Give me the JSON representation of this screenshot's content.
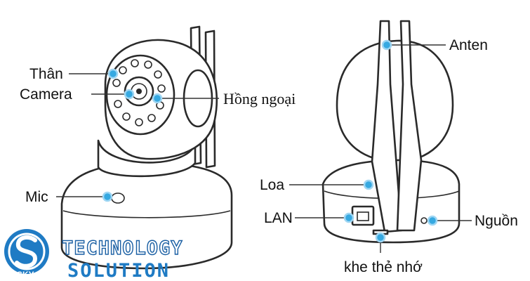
{
  "labels": {
    "than": "Thân",
    "camera": "Camera",
    "hong_ngoai": "Hồng ngoại",
    "mic": "Mic",
    "anten": "Anten",
    "loa": "Loa",
    "lan": "LAN",
    "nguon": "Nguồn",
    "khe_the_nho": "khe thẻ nhớ"
  },
  "logo": {
    "line1": "TECHNOLOGY",
    "line2": "SOLUTION",
    "badge": "SKY"
  },
  "colors": {
    "marker": "#36a9e1",
    "logo_blue": "#1f7bc4"
  }
}
